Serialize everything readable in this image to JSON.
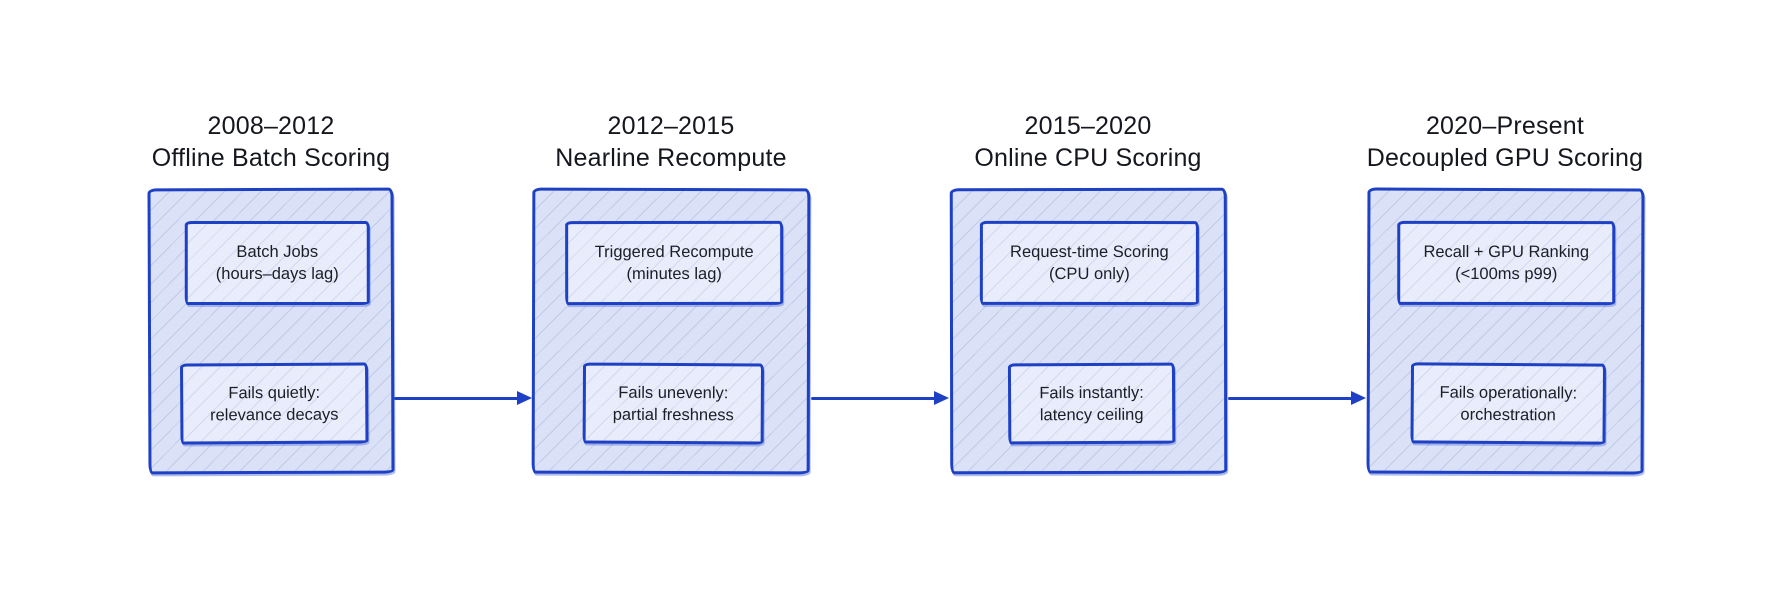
{
  "diagram": {
    "background_color": "#ffffff",
    "stroke_color": "#1e40c4",
    "stage_fill_color": "#dbe2f7",
    "inner_fill_color": "#e8ecfb",
    "title_text_color": "#15171e",
    "body_text_color": "#1c1e25",
    "stages": [
      {
        "era": "2008–2012",
        "name": "Offline Batch Scoring",
        "mechanism": {
          "line1": "Batch Jobs",
          "line2": "(hours–days lag)"
        },
        "failure": {
          "line1": "Fails quietly:",
          "line2": "relevance decays"
        }
      },
      {
        "era": "2012–2015",
        "name": "Nearline Recompute",
        "mechanism": {
          "line1": "Triggered Recompute",
          "line2": "(minutes lag)"
        },
        "failure": {
          "line1": "Fails unevenly:",
          "line2": "partial freshness"
        }
      },
      {
        "era": "2015–2020",
        "name": "Online CPU Scoring",
        "mechanism": {
          "line1": "Request-time Scoring",
          "line2": "(CPU only)"
        },
        "failure": {
          "line1": "Fails instantly:",
          "line2": "latency ceiling"
        }
      },
      {
        "era": "2020–Present",
        "name": "Decoupled GPU Scoring",
        "mechanism": {
          "line1": "Recall + GPU Ranking",
          "line2": "(<100ms p99)"
        },
        "failure": {
          "line1": "Fails operationally:",
          "line2": "orchestration"
        }
      }
    ]
  }
}
